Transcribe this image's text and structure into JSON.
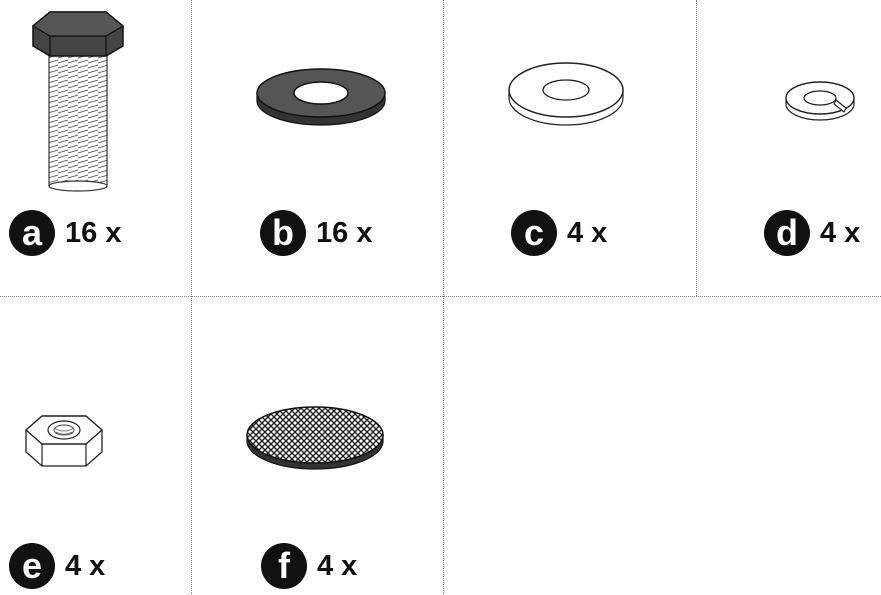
{
  "parts": [
    {
      "letter": "a",
      "qty": "16 x",
      "icon": "hex-bolt-icon"
    },
    {
      "letter": "b",
      "qty": "16 x",
      "icon": "black-flat-washer-icon"
    },
    {
      "letter": "c",
      "qty": "4 x",
      "icon": "white-flat-washer-icon"
    },
    {
      "letter": "d",
      "qty": "4 x",
      "icon": "split-lock-washer-icon"
    },
    {
      "letter": "e",
      "qty": "4 x",
      "icon": "hex-nut-icon"
    },
    {
      "letter": "f",
      "qty": "4 x",
      "icon": "mesh-filter-disc-icon"
    }
  ]
}
